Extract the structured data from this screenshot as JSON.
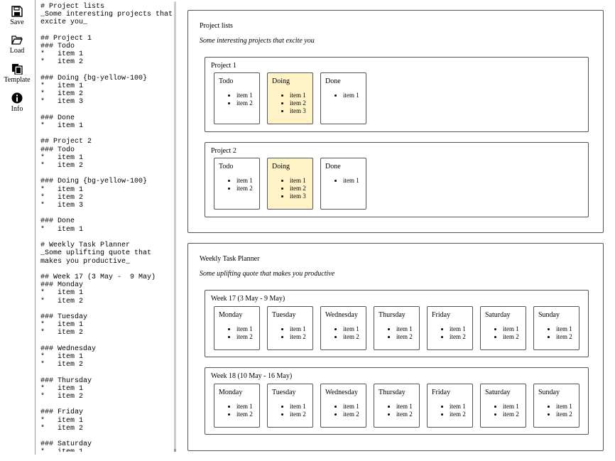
{
  "toolbar": {
    "save_label": "Save",
    "load_label": "Load",
    "template_label": "Template",
    "info_label": "Info"
  },
  "editor": {
    "text": "# Project lists\n_Some interesting projects that\nexcite you_\n\n## Project 1\n### Todo\n*   item 1\n*   item 2\n\n### Doing {bg-yellow-100}\n*   item 1\n*   item 2\n*   item 3\n\n### Done\n*   item 1\n\n## Project 2\n### Todo\n*   item 1\n*   item 2\n\n### Doing {bg-yellow-100}\n*   item 1\n*   item 2\n*   item 3\n\n### Done\n*   item 1\n\n# Weekly Task Planner\n_Some uplifting quote that\nmakes you productive_\n\n## Week 17 (3 May -  9 May)\n### Monday\n*   item 1\n*   item 2\n\n### Tuesday\n*   item 1\n*   item 2\n\n### Wednesday\n*   item 1\n*   item 2\n\n### Thursday\n*   item 1\n*   item 2\n\n### Friday\n*   item 1\n*   item 2\n\n### Saturday\n*   item 1"
  },
  "boards": [
    {
      "title": "Project lists",
      "subtitle": "Some interesting projects that excite you",
      "groups": [
        {
          "title": "Project 1",
          "cards": [
            {
              "title": "Todo",
              "highlight": false,
              "items": [
                "item 1",
                "item 2"
              ]
            },
            {
              "title": "Doing",
              "highlight": true,
              "items": [
                "item 1",
                "item 2",
                "item 3"
              ]
            },
            {
              "title": "Done",
              "highlight": false,
              "items": [
                "item 1"
              ]
            }
          ]
        },
        {
          "title": "Project 2",
          "cards": [
            {
              "title": "Todo",
              "highlight": false,
              "items": [
                "item 1",
                "item 2"
              ]
            },
            {
              "title": "Doing",
              "highlight": true,
              "items": [
                "item 1",
                "item 2",
                "item 3"
              ]
            },
            {
              "title": "Done",
              "highlight": false,
              "items": [
                "item 1"
              ]
            }
          ]
        }
      ]
    },
    {
      "title": "Weekly Task Planner",
      "subtitle": "Some uplifting quote that makes you productive",
      "groups": [
        {
          "title": "Week 17 (3 May - 9 May)",
          "cards": [
            {
              "title": "Monday",
              "highlight": false,
              "items": [
                "item 1",
                "item 2"
              ]
            },
            {
              "title": "Tuesday",
              "highlight": false,
              "items": [
                "item 1",
                "item 2"
              ]
            },
            {
              "title": "Wednesday",
              "highlight": false,
              "items": [
                "item 1",
                "item 2"
              ]
            },
            {
              "title": "Thursday",
              "highlight": false,
              "items": [
                "item 1",
                "item 2"
              ]
            },
            {
              "title": "Friday",
              "highlight": false,
              "items": [
                "item 1",
                "item 2"
              ]
            },
            {
              "title": "Saturday",
              "highlight": false,
              "items": [
                "item 1",
                "item 2"
              ]
            },
            {
              "title": "Sunday",
              "highlight": false,
              "items": [
                "item 1",
                "item 2"
              ]
            }
          ]
        },
        {
          "title": "Week 18 (10 May - 16 May)",
          "cards": [
            {
              "title": "Monday",
              "highlight": false,
              "items": [
                "item 1",
                "item 2"
              ]
            },
            {
              "title": "Tuesday",
              "highlight": false,
              "items": [
                "item 1",
                "item 2"
              ]
            },
            {
              "title": "Wednesday",
              "highlight": false,
              "items": [
                "item 1",
                "item 2"
              ]
            },
            {
              "title": "Thursday",
              "highlight": false,
              "items": [
                "item 1",
                "item 2"
              ]
            },
            {
              "title": "Friday",
              "highlight": false,
              "items": [
                "item 1",
                "item 2"
              ]
            },
            {
              "title": "Saturday",
              "highlight": false,
              "items": [
                "item 1",
                "item 2"
              ]
            },
            {
              "title": "Sunday",
              "highlight": false,
              "items": [
                "item 1",
                "item 2"
              ]
            }
          ]
        }
      ]
    }
  ],
  "colors": {
    "highlight": "#fef3c7",
    "border": "#555555"
  },
  "icons": [
    "save-icon",
    "load-icon",
    "template-icon",
    "info-icon"
  ]
}
